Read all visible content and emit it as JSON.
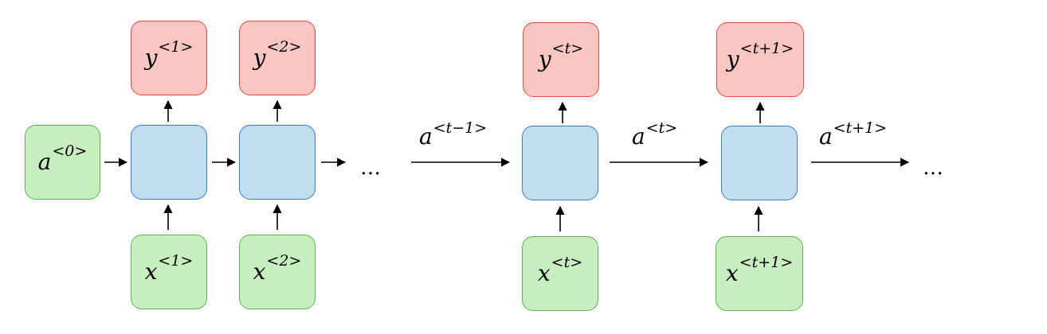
{
  "initial_state": {
    "base": "a",
    "sup": "<0>"
  },
  "outputs": [
    {
      "base": "y",
      "sup": "<1>"
    },
    {
      "base": "y",
      "sup": "<2>"
    },
    {
      "base": "y",
      "sup": "<t>"
    },
    {
      "base": "y",
      "sup": "<t+1>"
    }
  ],
  "inputs": [
    {
      "base": "x",
      "sup": "<1>"
    },
    {
      "base": "x",
      "sup": "<2>"
    },
    {
      "base": "x",
      "sup": "<t>"
    },
    {
      "base": "x",
      "sup": "<t+1>"
    }
  ],
  "flow_labels": [
    {
      "base": "a",
      "sup": "<t−1>"
    },
    {
      "base": "a",
      "sup": "<t>"
    },
    {
      "base": "a",
      "sup": "<t+1>"
    }
  ],
  "ellipsis": "…",
  "colors": {
    "output_fill": "#f9c6c2",
    "output_border": "#e64b3f",
    "input_fill": "#c8eec0",
    "input_border": "#55b84a",
    "cell_fill": "#c2dcf0",
    "cell_border": "#3a7fc2"
  }
}
